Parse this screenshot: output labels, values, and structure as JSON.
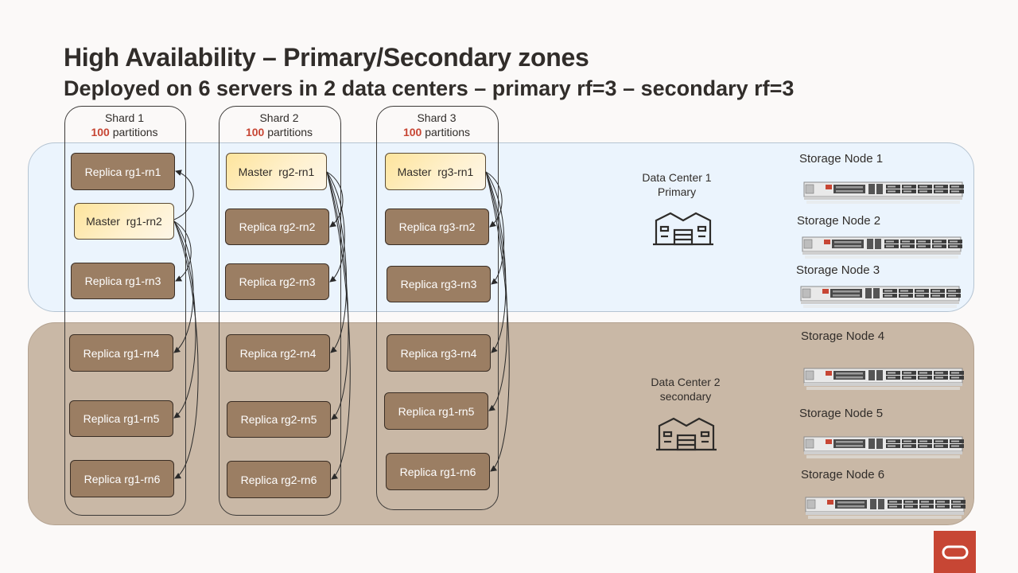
{
  "title": "High Availability – Primary/Secondary zones",
  "subtitle": "Deployed on 6 servers in 2 data centers – primary rf=3 – secondary rf=3",
  "shards": [
    {
      "name": "Shard 1",
      "partitions_count": "100",
      "partitions_word": " partitions"
    },
    {
      "name": "Shard 2",
      "partitions_count": "100",
      "partitions_word": " partitions"
    },
    {
      "name": "Shard 3",
      "partitions_count": "100",
      "partitions_word": " partitions"
    }
  ],
  "nodes": {
    "s1": [
      "Replica rg1-rn1",
      "Master  rg1-rn2",
      "Replica rg1-rn3",
      "Replica rg1-rn4",
      "Replica rg1-rn5",
      "Replica rg1-rn6"
    ],
    "s2": [
      "Master  rg2-rn1",
      "Replica rg2-rn2",
      "Replica rg2-rn3",
      "Replica rg2-rn4",
      "Replica rg2-rn5",
      "Replica rg2-rn6"
    ],
    "s3": [
      "Master  rg3-rn1",
      "Replica rg3-rn2",
      "Replica rg3-rn3",
      "Replica rg3-rn4",
      "Replica rg1-rn5",
      "Replica rg1-rn6"
    ]
  },
  "data_centers": [
    {
      "line1": "Data Center 1",
      "line2": "Primary"
    },
    {
      "line1": "Data Center 2",
      "line2": "secondary"
    }
  ],
  "storage_nodes": [
    "Storage Node 1",
    "Storage Node 2",
    "Storage Node 3",
    "Storage Node 4",
    "Storage Node 5",
    "Storage Node 6"
  ],
  "colors": {
    "accent": "#c74634",
    "primary_zone": "#ebf4fd",
    "secondary_zone": "#c9b8a6",
    "replica": "#9b7e63",
    "master": "#fde49c"
  },
  "icons": {
    "building": "building-icon",
    "server": "server-icon",
    "logo": "oracle-logo"
  }
}
